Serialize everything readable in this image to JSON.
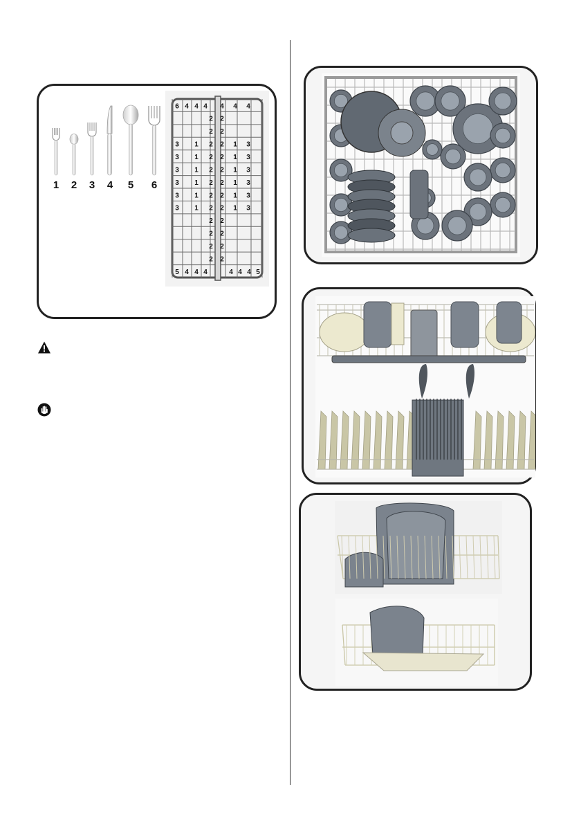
{
  "cutlery": {
    "items": [
      {
        "number": "1",
        "icon": "dessert-fork-icon"
      },
      {
        "number": "2",
        "icon": "teaspoon-icon"
      },
      {
        "number": "3",
        "icon": "fork-icon"
      },
      {
        "number": "4",
        "icon": "knife-icon"
      },
      {
        "number": "5",
        "icon": "tablespoon-icon"
      },
      {
        "number": "6",
        "icon": "serving-fork-icon"
      }
    ],
    "basket_rows": [
      [
        "6",
        "4",
        "4",
        "4",
        "",
        "4",
        "4",
        "4"
      ],
      [
        "",
        "",
        "",
        "",
        "2",
        "2",
        "",
        ""
      ],
      [
        "",
        "",
        "",
        "",
        "2",
        "2",
        "",
        ""
      ],
      [
        "3",
        "",
        "1",
        "",
        "2",
        "2",
        "1",
        "3"
      ],
      [
        "3",
        "",
        "1",
        "",
        "2",
        "2",
        "1",
        "3"
      ],
      [
        "3",
        "",
        "1",
        "",
        "2",
        "2",
        "1",
        "3"
      ],
      [
        "3",
        "",
        "1",
        "",
        "2",
        "2",
        "1",
        "3"
      ],
      [
        "3",
        "",
        "1",
        "",
        "2",
        "2",
        "1",
        "3"
      ],
      [
        "3",
        "",
        "1",
        "",
        "2",
        "2",
        "1",
        "3"
      ],
      [
        "",
        "",
        "",
        "",
        "2",
        "2",
        "",
        ""
      ],
      [
        "",
        "",
        "",
        "",
        "2",
        "2",
        "",
        ""
      ],
      [
        "",
        "",
        "",
        "",
        "2",
        "2",
        "",
        ""
      ],
      [
        "",
        "",
        "",
        "",
        "2",
        "2",
        "",
        ""
      ],
      [
        "5",
        "4",
        "4",
        "4",
        "",
        "4",
        "4",
        "4",
        "5"
      ]
    ]
  },
  "icons": {
    "warning": "warning-triangle-icon",
    "stop": "stop-hand-icon"
  },
  "colors": {
    "rack": "#b8b8b0",
    "dish": "#6c737c",
    "dish_light": "#9aa3ad",
    "tine": "#c9c6a6"
  }
}
